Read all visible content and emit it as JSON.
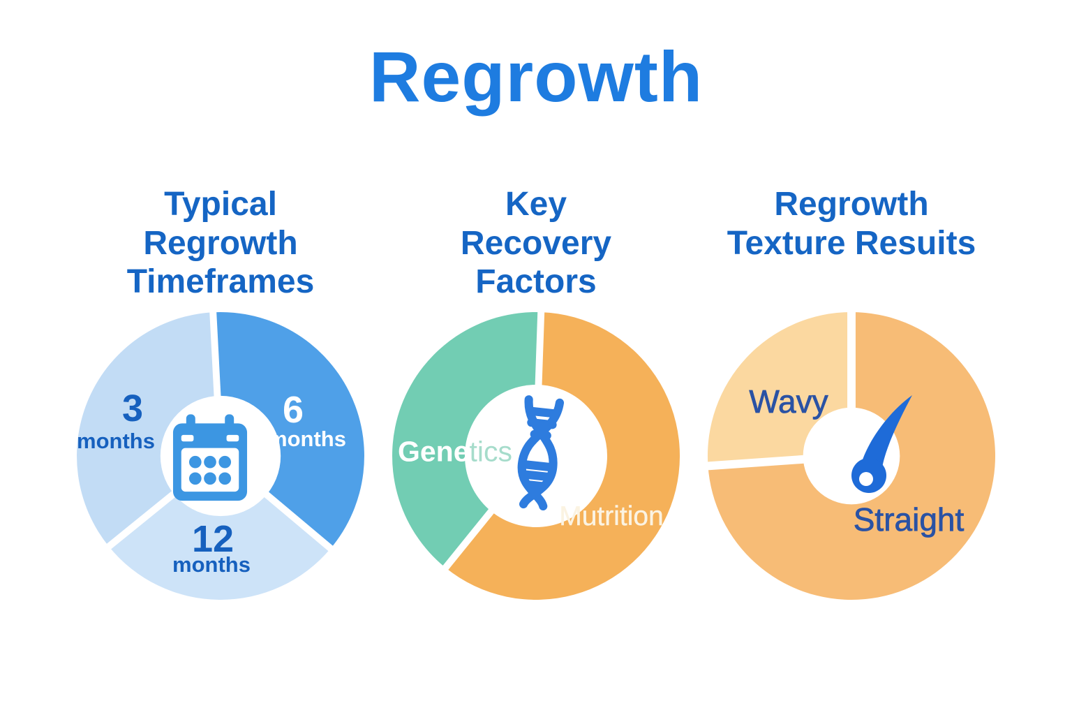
{
  "title": "Regrowth",
  "colors": {
    "title-blue": "#1E7CE0",
    "header-blue": "#1565C4",
    "label-blue": "#1660BE",
    "label-navy": "#2A52A4",
    "calendar-blue": "#3C96E2",
    "dna-blue": "#2E7CDE",
    "hair-blue": "#1E6BD8",
    "genetics-light": "#A6DCCB",
    "nutrition-cream": "#FBF3E2"
  },
  "chart_data": [
    {
      "type": "pie",
      "variant": "donut",
      "title": "Typical\nRegrowth\nTimeframes",
      "inner_radius": 87,
      "gap_width": 10,
      "center_icon": "calendar-icon",
      "segments": [
        {
          "label": "6 months",
          "value": "6",
          "unit": "months",
          "start": -3,
          "end": 130,
          "share_pct": 37,
          "color": "#4FA0E8",
          "text_color": "#FFFFFF"
        },
        {
          "label": "12 months",
          "value": "12",
          "unit": "months",
          "start": 130,
          "end": 231,
          "share_pct": 28,
          "color": "#CDE3F8",
          "text_color": "#1660BE"
        },
        {
          "label": "3 months",
          "value": "3",
          "unit": "months",
          "start": 231,
          "end": 357,
          "share_pct": 35,
          "color": "#C2DCF5",
          "text_color": "#1660BE"
        }
      ]
    },
    {
      "type": "pie",
      "variant": "donut",
      "title": "Key\nRecovery\nFactors",
      "inner_radius": 103,
      "gap_width": 10,
      "center_icon": "dna-icon",
      "segments": [
        {
          "label": "Mutrition",
          "start": 2,
          "end": 219,
          "share_pct": 60,
          "color": "#F5B159",
          "text_color": "#FBF3E2"
        },
        {
          "label": "Genetics",
          "label_bold": "Gene",
          "label_light": "tics",
          "start": 219,
          "end": 362,
          "share_pct": 40,
          "color": "#72CDB3",
          "text_color": "#FFFFFF"
        }
      ]
    },
    {
      "type": "pie",
      "variant": "donut",
      "title": "Regrowth\nTexture Resuits",
      "inner_radius": 70,
      "gap_width": 12,
      "center_icon": "hair-follicle-icon",
      "segments": [
        {
          "label": "Straight",
          "start": 0,
          "end": 266,
          "share_pct": 74,
          "color": "#F7BC76",
          "text_color": "#2A52A4"
        },
        {
          "label": "Wavy",
          "start": 266,
          "end": 360,
          "share_pct": 26,
          "color": "#FBD8A0",
          "text_color": "#2A52A4"
        }
      ]
    }
  ]
}
